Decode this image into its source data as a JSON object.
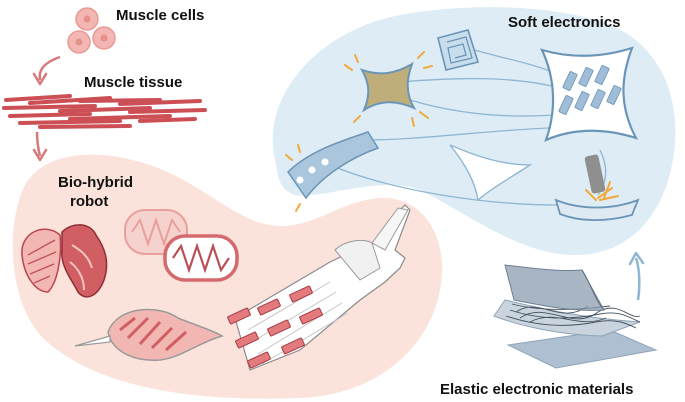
{
  "labels": {
    "muscle_cells": "Muscle cells",
    "muscle_tissue": "Muscle tissue",
    "biohybrid_line1": "Bio-hybrid",
    "biohybrid_line2": "robot",
    "soft_electronics": "Soft electronics",
    "elastic_materials": "Elastic electronic materials"
  },
  "colors": {
    "bio_region": "#fbe3dc",
    "soft_region": "#deedf5",
    "muscle": "#d9696d",
    "muscle_light": "#f1b9b5",
    "device_stroke": "#6b95b8",
    "device_fill": "#c9deec",
    "spark": "#f2a93b",
    "arrow_pink": "#d9787a",
    "arrow_blue": "#8fb6d2",
    "sheet": "#aebfd1"
  }
}
